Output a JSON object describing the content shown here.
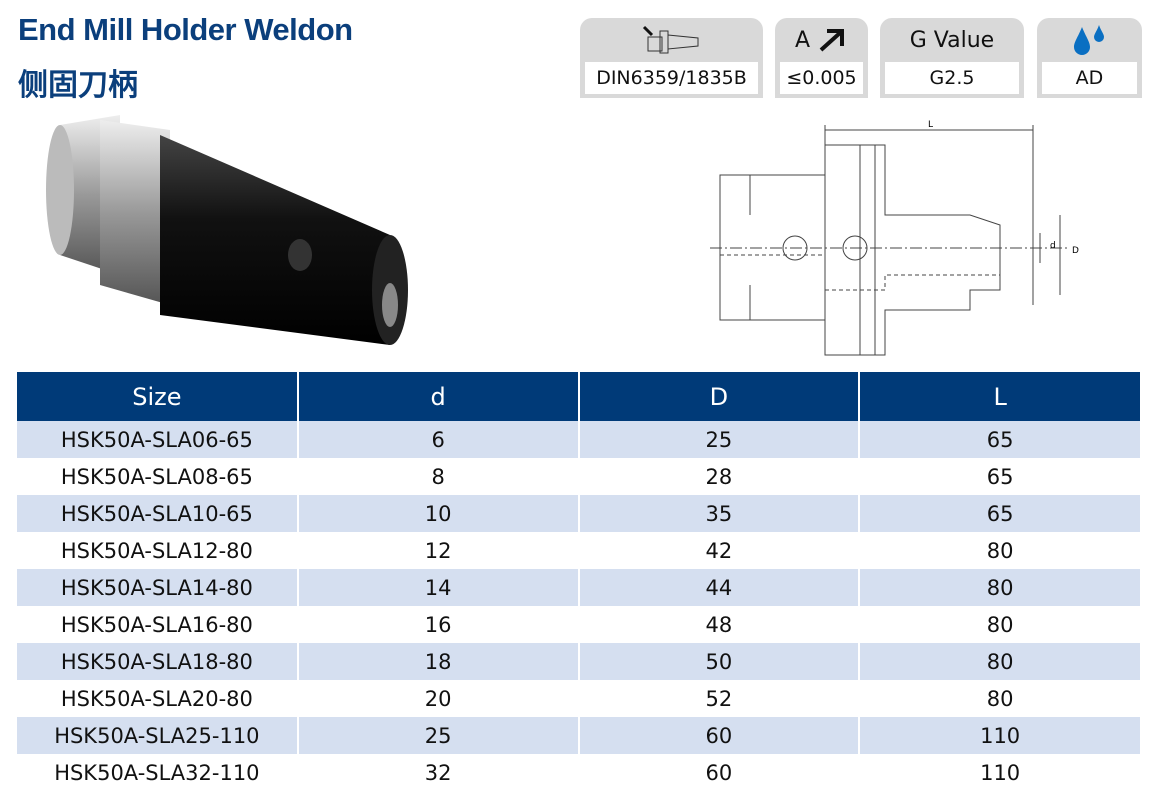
{
  "header": {
    "title": "End Mill Holder Weldon",
    "subtitle": "侧固刀柄"
  },
  "badges": [
    {
      "icon": "taper-shank-icon",
      "value": "DIN6359/1835B"
    },
    {
      "label": "A",
      "icon": "arrow-up-right-icon",
      "value": "≤0.005"
    },
    {
      "label": "G Value",
      "value": "G2.5"
    },
    {
      "icon": "coolant-drops-icon",
      "value": "AD"
    }
  ],
  "drawing": {
    "label_L": "L",
    "label_d": "d",
    "label_D": "D"
  },
  "colors": {
    "brand": "#0b3f7c",
    "table_header": "#003a78",
    "row_alt": "#d5dff0",
    "drop": "#0a6fc2"
  },
  "table": {
    "headers": [
      "Size",
      "d",
      "D",
      "L"
    ],
    "rows": [
      [
        "HSK50A-SLA06-65",
        "6",
        "25",
        "65"
      ],
      [
        "HSK50A-SLA08-65",
        "8",
        "28",
        "65"
      ],
      [
        "HSK50A-SLA10-65",
        "10",
        "35",
        "65"
      ],
      [
        "HSK50A-SLA12-80",
        "12",
        "42",
        "80"
      ],
      [
        "HSK50A-SLA14-80",
        "14",
        "44",
        "80"
      ],
      [
        "HSK50A-SLA16-80",
        "16",
        "48",
        "80"
      ],
      [
        "HSK50A-SLA18-80",
        "18",
        "50",
        "80"
      ],
      [
        "HSK50A-SLA20-80",
        "20",
        "52",
        "80"
      ],
      [
        "HSK50A-SLA25-110",
        "25",
        "60",
        "110"
      ],
      [
        "HSK50A-SLA32-110",
        "32",
        "60",
        "110"
      ]
    ]
  }
}
